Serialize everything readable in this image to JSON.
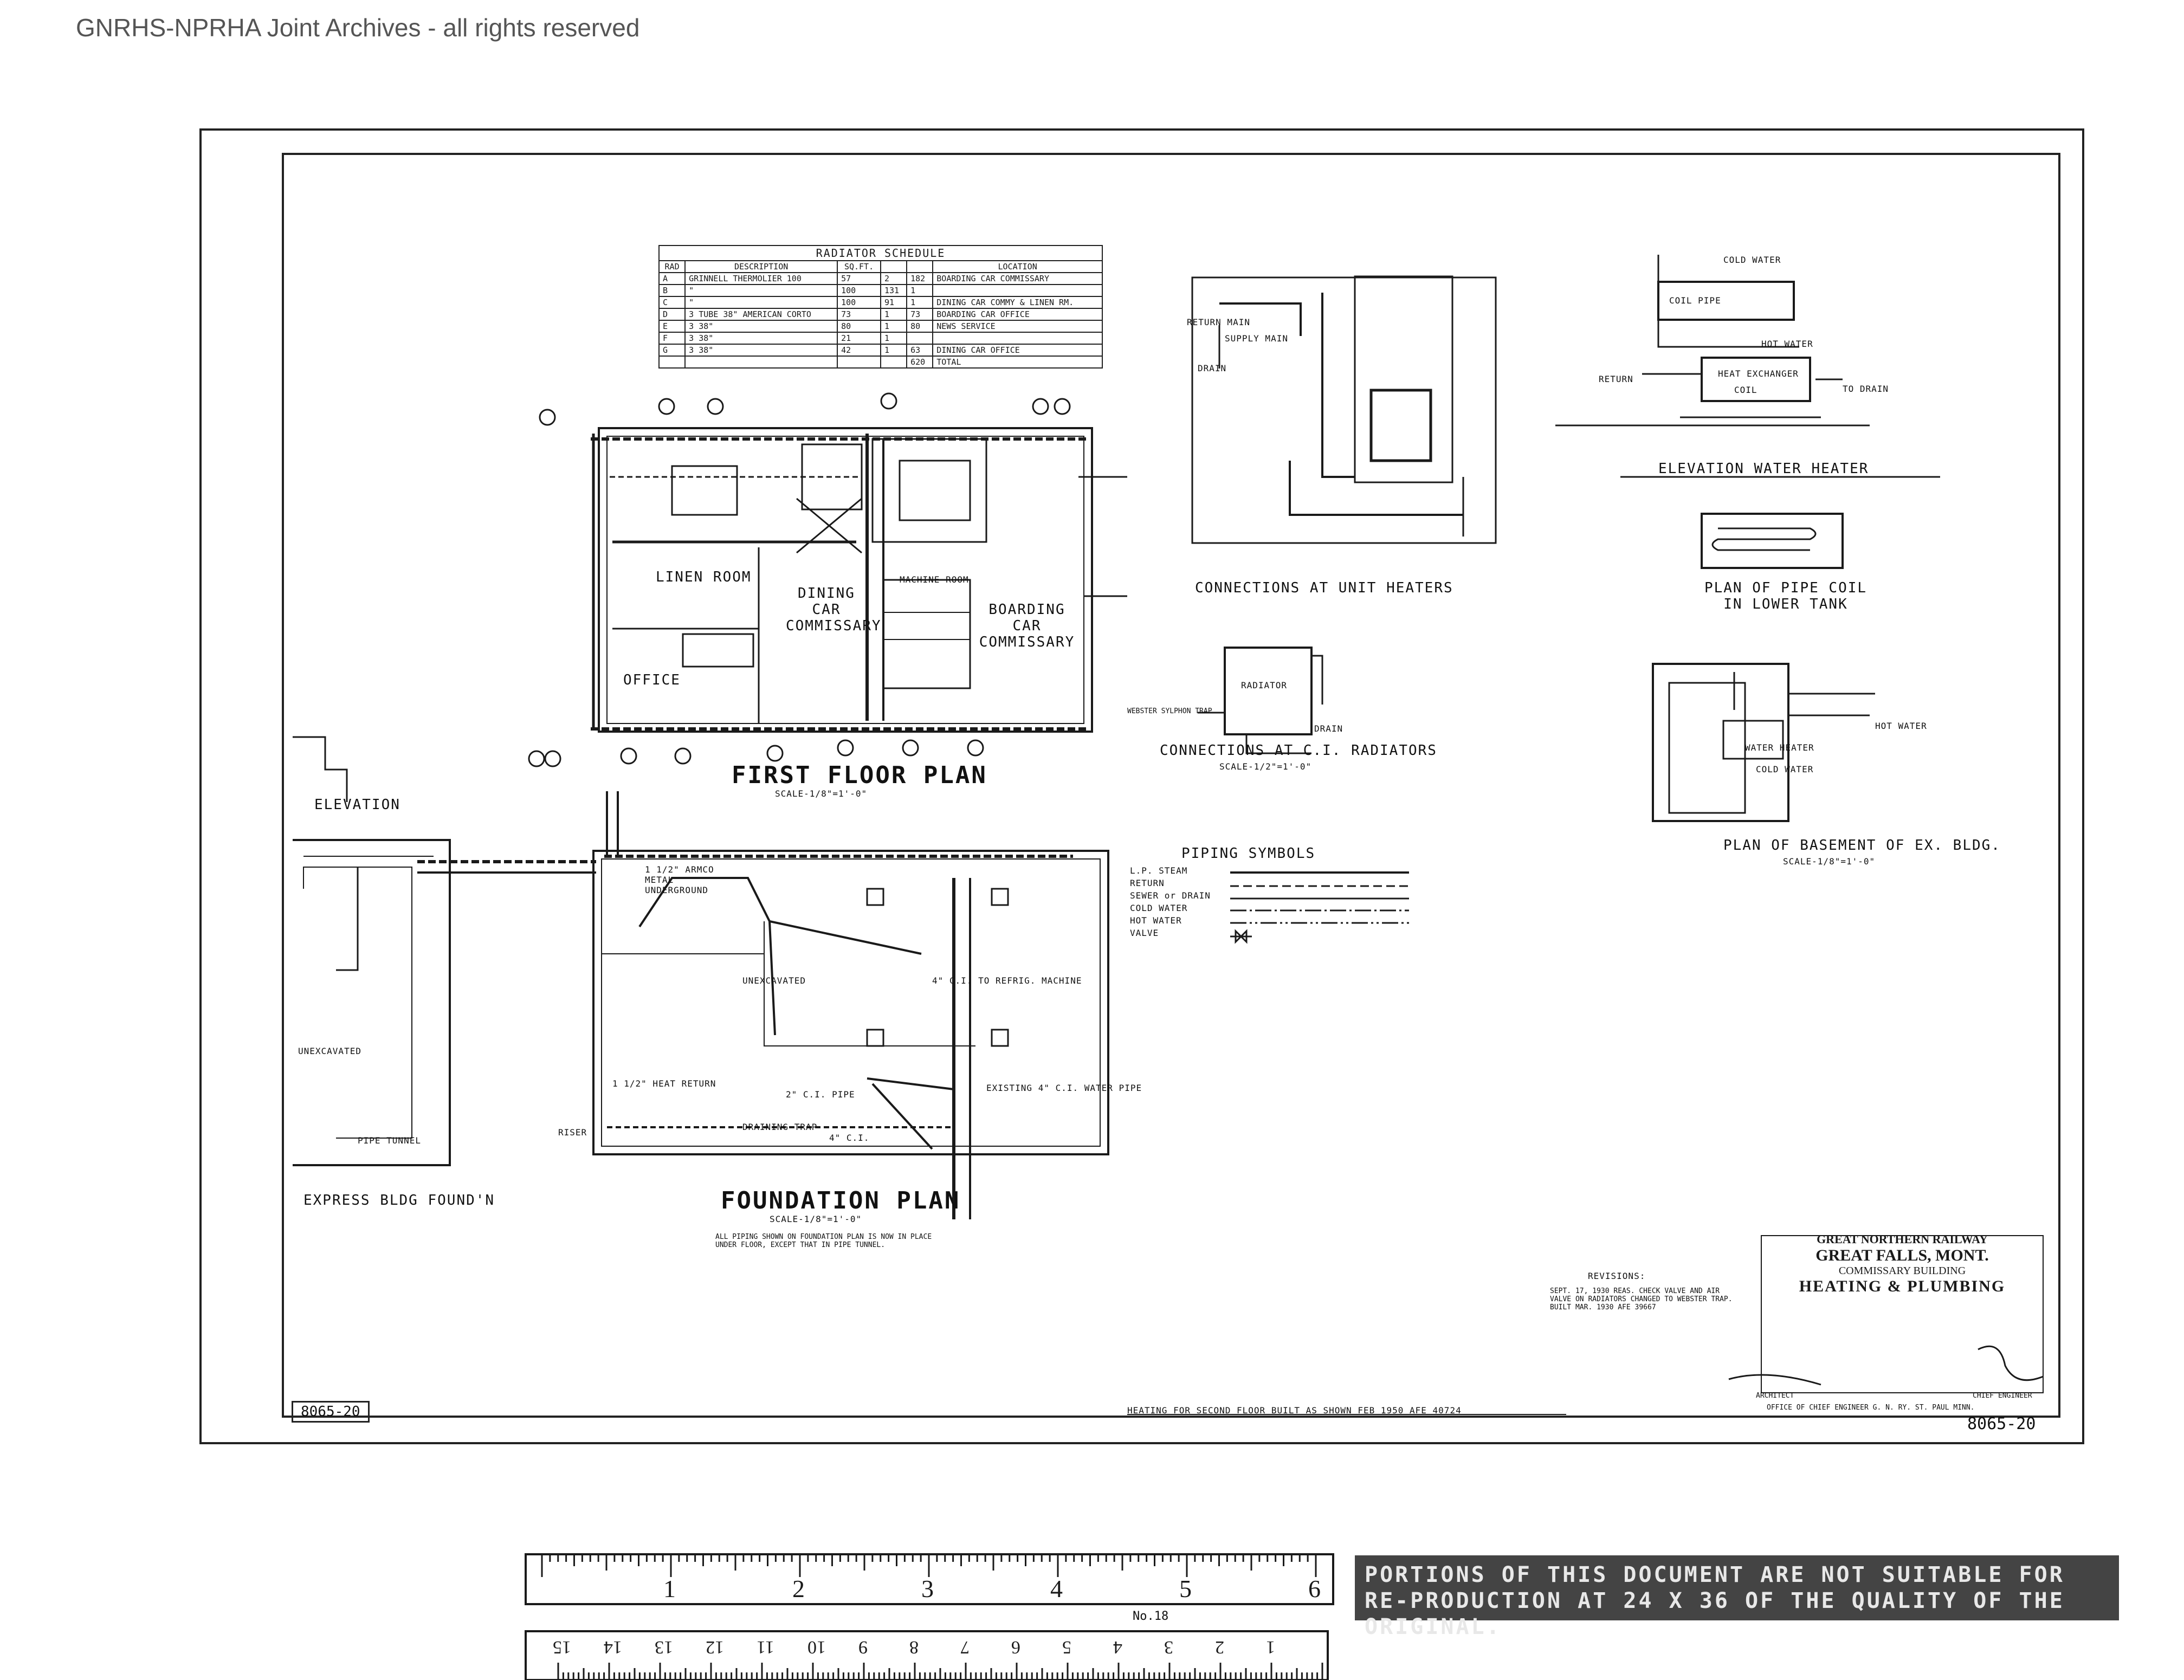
{
  "watermark": "GNRHS-NPRHA Joint Archives - all rights reserved",
  "sheet_number": "8065-20",
  "radiator_schedule": {
    "title": "RADIATOR SCHEDULE",
    "headers": [
      "RAD",
      "DESCRIPTION",
      "SQ.FT.",
      "",
      "",
      "LOCATION"
    ],
    "rows": [
      [
        "A",
        "GRINNELL THERMOLIER 100",
        "57",
        "2",
        "182",
        "BOARDING CAR COMMISSARY"
      ],
      [
        "B",
        "\"",
        "100",
        "131",
        "1",
        ""
      ],
      [
        "C",
        "\"",
        "100",
        "91",
        "1",
        "DINING CAR COMMY & LINEN RM."
      ],
      [
        "D",
        "3 TUBE 38\" AMERICAN CORTO",
        "73",
        "1",
        "73",
        "BOARDING CAR OFFICE"
      ],
      [
        "E",
        "3  38\"",
        "80",
        "1",
        "80",
        "NEWS SERVICE"
      ],
      [
        "F",
        "3  38\"",
        "21",
        "1",
        "",
        ""
      ],
      [
        "G",
        "3  38\"",
        "42",
        "1",
        "63",
        "DINING CAR OFFICE"
      ],
      [
        "",
        "",
        "",
        "",
        "620",
        "TOTAL"
      ]
    ]
  },
  "first_floor": {
    "title": "FIRST FLOOR PLAN",
    "scale": "SCALE-1/8\"=1'-0\"",
    "rooms": [
      "LINEN ROOM",
      "DINING CAR COMMISSARY",
      "BOARDING CAR COMMISSARY",
      "OFFICE",
      "MACHINE ROOM"
    ]
  },
  "foundation": {
    "title": "FOUNDATION PLAN",
    "scale": "SCALE-1/8\"=1'-0\"",
    "note": "ALL PIPING SHOWN ON FOUNDATION PLAN IS NOW IN PLACE UNDER FLOOR, EXCEPT THAT IN PIPE TUNNEL.",
    "labels": [
      "UNEXCAVATED",
      "1 1/2\" HEAT RETURN",
      "DRAINING TRAP",
      "4\" C.I.",
      "2\" C.I. PIPE",
      "RISER",
      "4\" C.I. TO REFRIG. MACHINE",
      "EXISTING 4\" C.I. WATER PIPE",
      "1 1/2\" ARMCO METAL UNDERGROUND"
    ]
  },
  "express_bldg": {
    "title": "EXPRESS BLDG FOUND'N",
    "elevation": "ELEVATION",
    "labels": [
      "UNEXCAVATED",
      "PIPE TUNNEL"
    ]
  },
  "connections_unit": {
    "title": "CONNECTIONS AT UNIT HEATERS",
    "labels": [
      "SUPPLY MAIN",
      "RETURN MAIN",
      "DRAIN"
    ]
  },
  "connections_ci": {
    "title": "CONNECTIONS AT C.I. RADIATORS",
    "scale": "SCALE-1/2\"=1'-0\"",
    "labels": [
      "RADIATOR",
      "WEBSTER SYLPHON TRAP",
      "DRAIN"
    ]
  },
  "piping_symbols": {
    "title": "PIPING SYMBOLS",
    "items": [
      "L.P. STEAM",
      "RETURN",
      "SEWER or DRAIN",
      "COLD WATER",
      "HOT WATER",
      "VALVE"
    ]
  },
  "water_heater": {
    "title": "ELEVATION WATER HEATER",
    "labels": [
      "COLD WATER",
      "HOT WATER",
      "RETURN",
      "TO DRAIN",
      "COIL",
      "HEAT EXCHANGER",
      "COIL PIPE"
    ]
  },
  "pipe_coil": {
    "title": "PLAN OF PIPE COIL IN LOWER TANK"
  },
  "basement": {
    "title": "PLAN OF BASEMENT OF EX. BLDG.",
    "scale": "SCALE-1/8\"=1'-0\"",
    "labels": [
      "HOT WATER",
      "COLD WATER",
      "WATER HEATER"
    ]
  },
  "heating_note": "HEATING FOR SECOND FLOOR BUILT AS SHOWN FEB 1950 AFE 40724",
  "revisions": {
    "title": "REVISIONS:",
    "text": "SEPT. 17, 1930 REAS. CHECK VALVE AND AIR VALVE ON RADIATORS CHANGED TO WEBSTER TRAP. BUILT MAR. 1930 AFE 39667"
  },
  "title_block": {
    "railway": "GREAT NORTHERN RAILWAY",
    "location": "GREAT FALLS, MONT.",
    "building": "COMMISSARY BUILDING",
    "subject": "HEATING & PLUMBING",
    "architect": "ARCHITECT",
    "chief_engineer": "CHIEF ENGINEER",
    "office": "OFFICE OF CHIEF ENGINEER G. N. RY. ST. PAUL MINN."
  },
  "ruler": {
    "inches": [
      "1",
      "2",
      "3",
      "4",
      "5",
      "6"
    ],
    "cm": [
      "1",
      "2",
      "3",
      "4",
      "5",
      "6",
      "7",
      "8",
      "9",
      "10",
      "11",
      "12",
      "13",
      "14",
      "15"
    ],
    "model": "No.18"
  },
  "notice": "PORTIONS OF THIS DOCUMENT ARE NOT SUITABLE FOR RE-PRODUCTION AT 24 X 36 OF THE QUALITY OF THE ORIGINAL."
}
